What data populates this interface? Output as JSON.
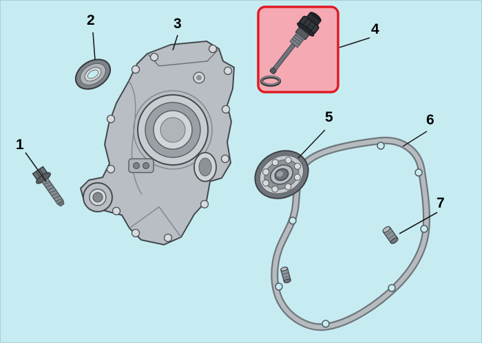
{
  "diagram": {
    "type": "exploded-parts-diagram",
    "callouts": [
      {
        "number": "1",
        "part": "flange-bolt"
      },
      {
        "number": "2",
        "part": "oil-seal"
      },
      {
        "number": "3",
        "part": "crankcase-cover"
      },
      {
        "number": "4",
        "part": "oil-dipstick",
        "highlighted": true
      },
      {
        "number": "5",
        "part": "ball-bearing"
      },
      {
        "number": "6",
        "part": "cover-gasket"
      },
      {
        "number": "7",
        "part": "dowel-pin"
      }
    ],
    "colors": {
      "background": "#c6ecf2",
      "highlight_fill": "#f4a9b3",
      "highlight_border": "#e01b24",
      "leader_line": "#1a1a1a"
    }
  }
}
